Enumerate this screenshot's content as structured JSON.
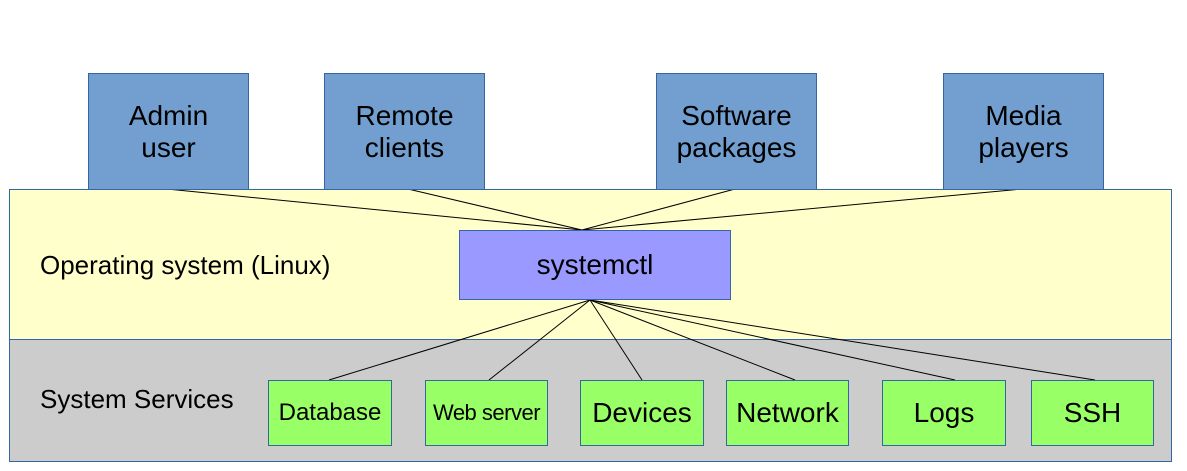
{
  "layers": {
    "os": {
      "label": "Operating system (Linux)"
    },
    "services": {
      "label": "System Services"
    }
  },
  "clients": [
    {
      "line1": "Admin",
      "line2": "user"
    },
    {
      "line1": "Remote",
      "line2": "clients"
    },
    {
      "line1": "Software",
      "line2": "packages"
    },
    {
      "line1": "Media",
      "line2": "players"
    }
  ],
  "hub": {
    "label": "systemctl"
  },
  "services": [
    {
      "label": "Database"
    },
    {
      "label": "Web server"
    },
    {
      "label": "Devices"
    },
    {
      "label": "Network"
    },
    {
      "label": "Logs"
    },
    {
      "label": "SSH"
    }
  ],
  "colors": {
    "client_fill": "#729fcf",
    "os_fill": "#ffffcc",
    "hub_fill": "#9999ff",
    "services_fill": "#cccccc",
    "service_box_fill": "#99ff66",
    "border": "#3465a4"
  }
}
